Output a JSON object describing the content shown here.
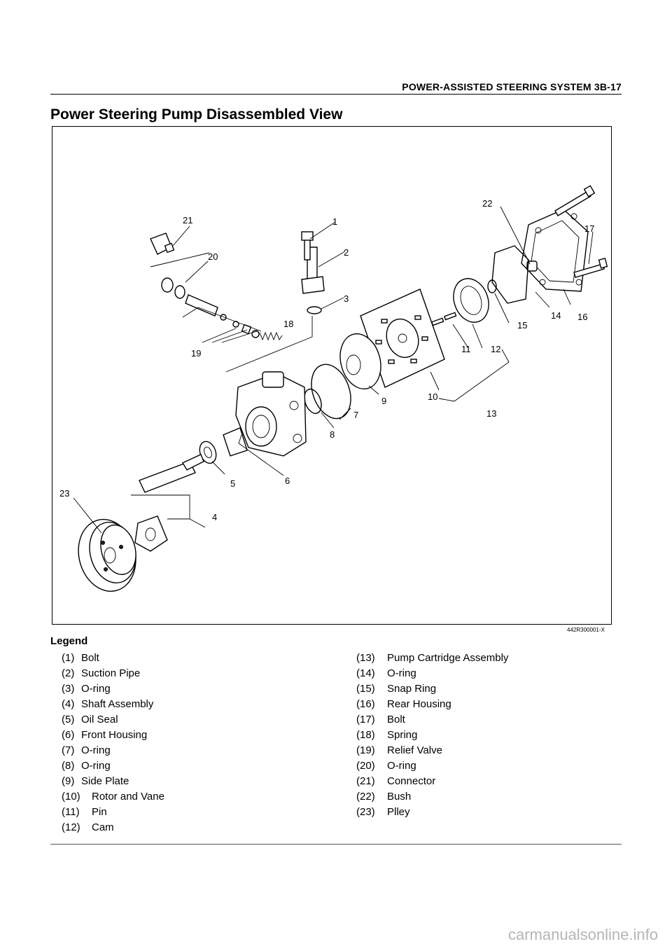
{
  "header": {
    "section": "POWER-ASSISTED STEERING SYSTEM 3B-17"
  },
  "title": "Power Steering Pump Disassembled View",
  "figure": {
    "id": "442R300001-X",
    "callouts": [
      "1",
      "2",
      "3",
      "4",
      "5",
      "6",
      "7",
      "8",
      "9",
      "10",
      "11",
      "12",
      "13",
      "14",
      "15",
      "16",
      "17",
      "18",
      "19",
      "20",
      "21",
      "22",
      "23"
    ]
  },
  "legend": {
    "title": "Legend",
    "left": [
      {
        "num": "(1)",
        "label": "Bolt"
      },
      {
        "num": "(2)",
        "label": "Suction Pipe"
      },
      {
        "num": "(3)",
        "label": "O-ring"
      },
      {
        "num": "(4)",
        "label": "Shaft Assembly"
      },
      {
        "num": "(5)",
        "label": "Oil Seal"
      },
      {
        "num": "(6)",
        "label": "Front Housing"
      },
      {
        "num": "(7)",
        "label": "O-ring"
      },
      {
        "num": "(8)",
        "label": "O-ring"
      },
      {
        "num": "(9)",
        "label": "Side Plate"
      },
      {
        "num": "(10)",
        "label": "Rotor and Vane"
      },
      {
        "num": "(11)",
        "label": "Pin"
      },
      {
        "num": "(12)",
        "label": "Cam"
      }
    ],
    "right": [
      {
        "num": "(13)",
        "label": "Pump Cartridge Assembly"
      },
      {
        "num": "(14)",
        "label": "O-ring"
      },
      {
        "num": "(15)",
        "label": "Snap Ring"
      },
      {
        "num": "(16)",
        "label": "Rear Housing"
      },
      {
        "num": "(17)",
        "label": "Bolt"
      },
      {
        "num": "(18)",
        "label": "Spring"
      },
      {
        "num": "(19)",
        "label": "Relief Valve"
      },
      {
        "num": "(20)",
        "label": "O-ring"
      },
      {
        "num": "(21)",
        "label": "Connector"
      },
      {
        "num": "(22)",
        "label": "Bush"
      },
      {
        "num": "(23)",
        "label": "Plley"
      }
    ]
  },
  "watermark": "carmanualsonline.info"
}
